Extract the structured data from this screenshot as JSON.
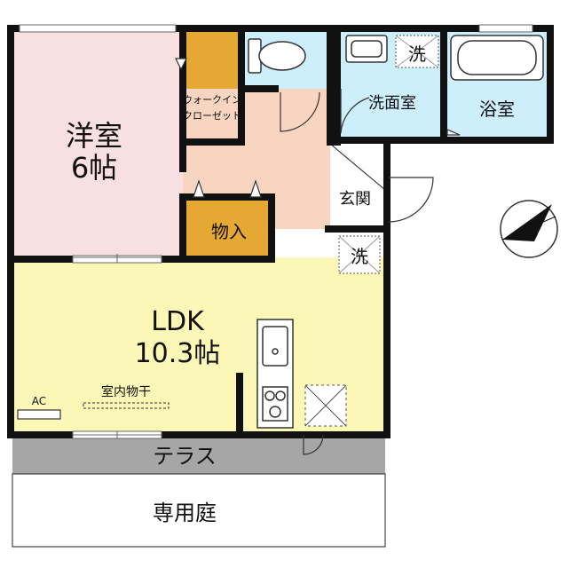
{
  "rooms": {
    "western_room": {
      "name": "洋室",
      "size": "6帖"
    },
    "walk_in_closet": {
      "line1": "ウォークイン",
      "line2": "クローゼット"
    },
    "storage": {
      "name": "物入"
    },
    "toilet": {},
    "washroom": {
      "name": "洗面室",
      "washer_mark": "洗"
    },
    "bathroom": {
      "name": "浴室"
    },
    "entrance": {
      "name": "玄関"
    },
    "ldk": {
      "name": "LDK",
      "size": "10.3帖",
      "drying": "室内物干",
      "washer_mark": "洗"
    },
    "aircon": {
      "label": "AC"
    },
    "terrace": {
      "name": "テラス"
    },
    "garden": {
      "name": "専用庭"
    }
  },
  "colors": {
    "western_room": "#f8dfe1",
    "closet": "#e4a833",
    "hall": "#f7d5c0",
    "wet_area": "#cdeffb",
    "ldk": "#fbf7b7",
    "terrace": "#a6a6a6",
    "wall": "#111111"
  },
  "icons": [
    "compass-icon",
    "toilet-icon",
    "bathtub-icon",
    "sink-icon",
    "stove-icon",
    "washer-icon",
    "door-swing-icon"
  ]
}
